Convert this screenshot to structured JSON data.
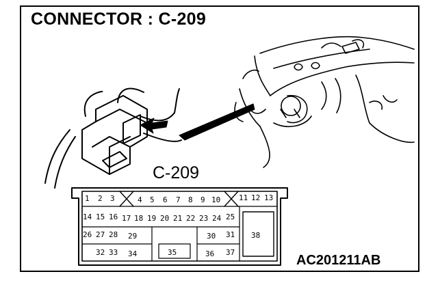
{
  "title": "CONNECTOR : C-209",
  "connector_label": "C-209",
  "figure_id": "AC201211AB",
  "pins": {
    "p1": "1",
    "p2": "2",
    "p3": "3",
    "p4": "4",
    "p5": "5",
    "p6": "6",
    "p7": "7",
    "p8": "8",
    "p9": "9",
    "p10": "10",
    "p11": "11",
    "p12": "12",
    "p13": "13",
    "p14": "14",
    "p15": "15",
    "p16": "16",
    "p17": "17",
    "p18": "18",
    "p19": "19",
    "p20": "20",
    "p21": "21",
    "p22": "22",
    "p23": "23",
    "p24": "24",
    "p25": "25",
    "p26": "26",
    "p27": "27",
    "p28": "28",
    "p29": "29",
    "p30": "30",
    "p31": "31",
    "p32": "32",
    "p33": "33",
    "p34": "34",
    "p35": "35",
    "p36": "36",
    "p37": "37",
    "p38": "38"
  }
}
